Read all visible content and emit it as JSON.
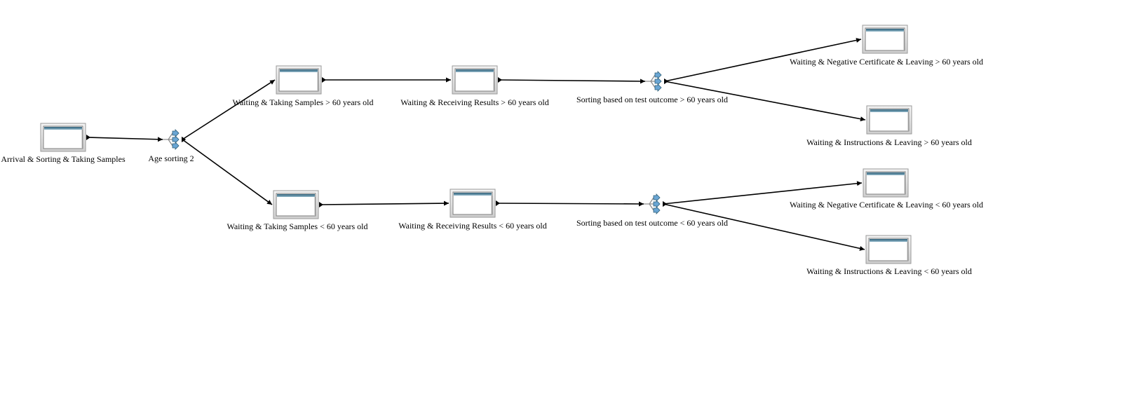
{
  "diagram": {
    "nodes": {
      "arrival": {
        "label": "Arrival & Sorting & Taking Samples",
        "kind": "server"
      },
      "age_sort": {
        "label": "Age sorting 2",
        "kind": "decide"
      },
      "take_gt": {
        "label": "Waiting & Taking Samples > 60 years old",
        "kind": "server"
      },
      "result_gt": {
        "label": "Waiting & Receiving Results > 60 years old",
        "kind": "server"
      },
      "sort_gt": {
        "label": "Sorting based on test outcome > 60 years old",
        "kind": "decide"
      },
      "neg_gt": {
        "label": "Waiting & Negative Certificate & Leaving > 60 years old",
        "kind": "server"
      },
      "instr_gt": {
        "label": "Waiting & Instructions & Leaving > 60 years old",
        "kind": "server"
      },
      "take_lt": {
        "label": "Waiting & Taking Samples < 60 years old",
        "kind": "server"
      },
      "result_lt": {
        "label": "Waiting & Receiving Results < 60 years old",
        "kind": "server"
      },
      "sort_lt": {
        "label": "Sorting based on test outcome < 60 years old",
        "kind": "decide"
      },
      "neg_lt": {
        "label": "Waiting & Negative Certificate & Leaving < 60 years old",
        "kind": "server"
      },
      "instr_lt": {
        "label": "Waiting & Instructions & Leaving < 60 years old",
        "kind": "server"
      }
    },
    "edges": [
      [
        "arrival",
        "age_sort"
      ],
      [
        "age_sort",
        "take_gt"
      ],
      [
        "age_sort",
        "take_lt"
      ],
      [
        "take_gt",
        "result_gt"
      ],
      [
        "result_gt",
        "sort_gt"
      ],
      [
        "sort_gt",
        "neg_gt"
      ],
      [
        "sort_gt",
        "instr_gt"
      ],
      [
        "take_lt",
        "result_lt"
      ],
      [
        "result_lt",
        "sort_lt"
      ],
      [
        "sort_lt",
        "neg_lt"
      ],
      [
        "sort_lt",
        "instr_lt"
      ]
    ]
  },
  "colors": {
    "edge": "#000000",
    "box_frame": "#9a9a9a",
    "box_inner": "#ffffff",
    "box_bar": "#3d6f86",
    "decide_arrow": "#6aa6d4"
  }
}
